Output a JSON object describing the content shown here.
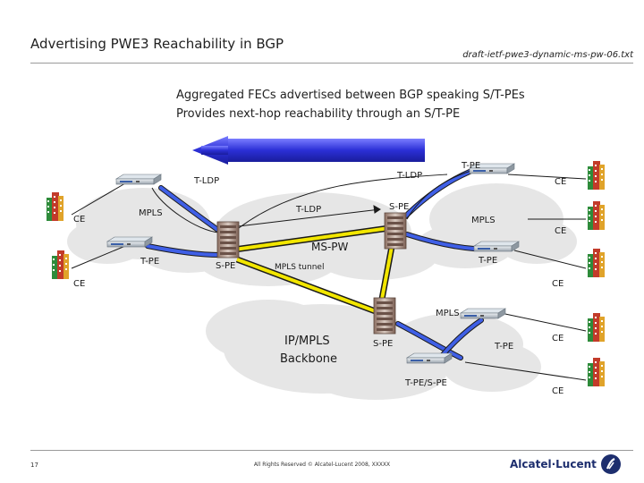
{
  "slide": {
    "title": "Advertising PWE3 Reachability in BGP",
    "reference": "draft-ietf-pwe3-dynamic-ms-pw-06.txt",
    "subtitle_lines": [
      "Aggregated FECs advertised between BGP speaking S/T-PEs",
      "Provides next-hop reachability through an S/T-PE"
    ]
  },
  "diagram": {
    "labels": {
      "t_ldp_left": "T-LDP",
      "t_ldp_right": "T-LDP",
      "t_ldp_mid": "T-LDP",
      "t_pe_top": "T-PE",
      "s_pe_top": "S-PE",
      "mpls_left": "MPLS",
      "mpls_right": "MPLS",
      "mpls_bottom": "MPLS",
      "ms_pw": "MS-PW",
      "t_pe_left": "T-PE",
      "s_pe_left": "S-PE",
      "t_pe_right": "T-PE",
      "mpls_tunnel": "MPLS tunnel",
      "backbone_line1": "IP/MPLS",
      "backbone_line2": "Backbone",
      "s_pe_bottom": "S-PE",
      "t_pe_bottom": "T-PE",
      "t_pe_s_pe": "T-PE/S-PE"
    },
    "ce_label": "CE"
  },
  "footer": {
    "page_number": "17",
    "copyright": "All Rights Reserved © Alcatel-Lucent 2008, XXXXX",
    "logo_text": "Alcatel·Lucent"
  },
  "colors": {
    "cloud": "#e6e6e6",
    "arrow_blue": "#2b2fd6",
    "tunnel_yellow": "#f2e600",
    "link_blue": "#3f5fe6"
  },
  "icons": [
    "building-icon",
    "router-icon",
    "switch-icon",
    "alcatel-lucent-logo-icon"
  ]
}
